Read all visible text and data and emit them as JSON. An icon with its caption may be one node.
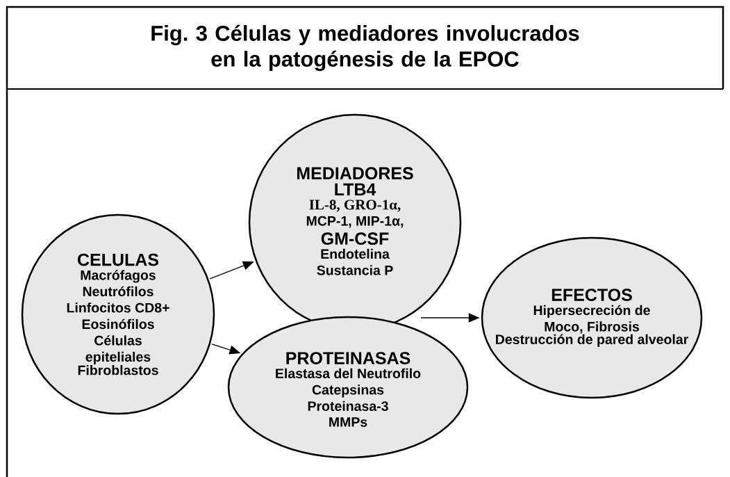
{
  "diagram": {
    "title": "Fig. 3 Células y mediadores involucrados en la patogénesis de la EPOC",
    "nodes": [
      {
        "text": [
          "CELULAS",
          "Macrófagos",
          "Neutrófilos",
          "Linfocitos CD8+",
          "Eosinófilos",
          "Células epiteliales",
          "Fibroblastos"
        ]
      },
      {
        "text": [
          "MEDIADORES",
          "LTB4",
          "IL-8, GRO-1α,",
          "MCP-1, MIP-1α,",
          "GM-CSF",
          "Endotelina",
          "Sustancia P"
        ]
      },
      {
        "text": [
          "PROTEINASAS",
          "Elastasa del Neutrofilo",
          "Catepsinas",
          "Proteinasa-3",
          "MMPs"
        ]
      },
      {
        "text": [
          "EFECTOS",
          "Hipersecreción de Moco, Fibrosis",
          "Destrucción de pared alveolar"
        ]
      }
    ],
    "edges": [
      {
        "from": 0,
        "to": 1,
        "arrow": "to"
      },
      {
        "from": 0,
        "to": 2,
        "arrow": "to"
      },
      {
        "from": null,
        "to": 3,
        "arrow": "to"
      }
    ]
  }
}
